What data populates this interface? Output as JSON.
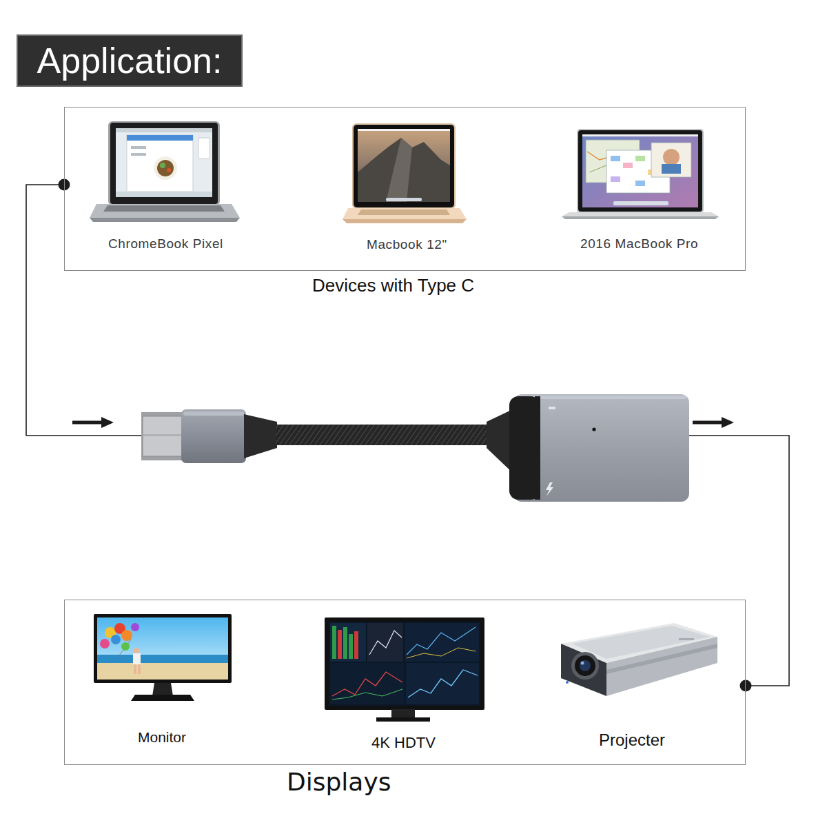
{
  "diagram": {
    "title": "Application:",
    "nodes": [
      {
        "text": [
          "Devices with Type C"
        ]
      },
      {
        "text": [
          "Displays"
        ]
      }
    ],
    "edges": [
      {
        "from": 0,
        "to": 1,
        "arrow": "to"
      }
    ],
    "labels": [
      "ChromeBook Pixel",
      "Macbook 12\"",
      "2016 MacBook Pro",
      "Monitor",
      "4K HDTV",
      "Projecter"
    ]
  }
}
